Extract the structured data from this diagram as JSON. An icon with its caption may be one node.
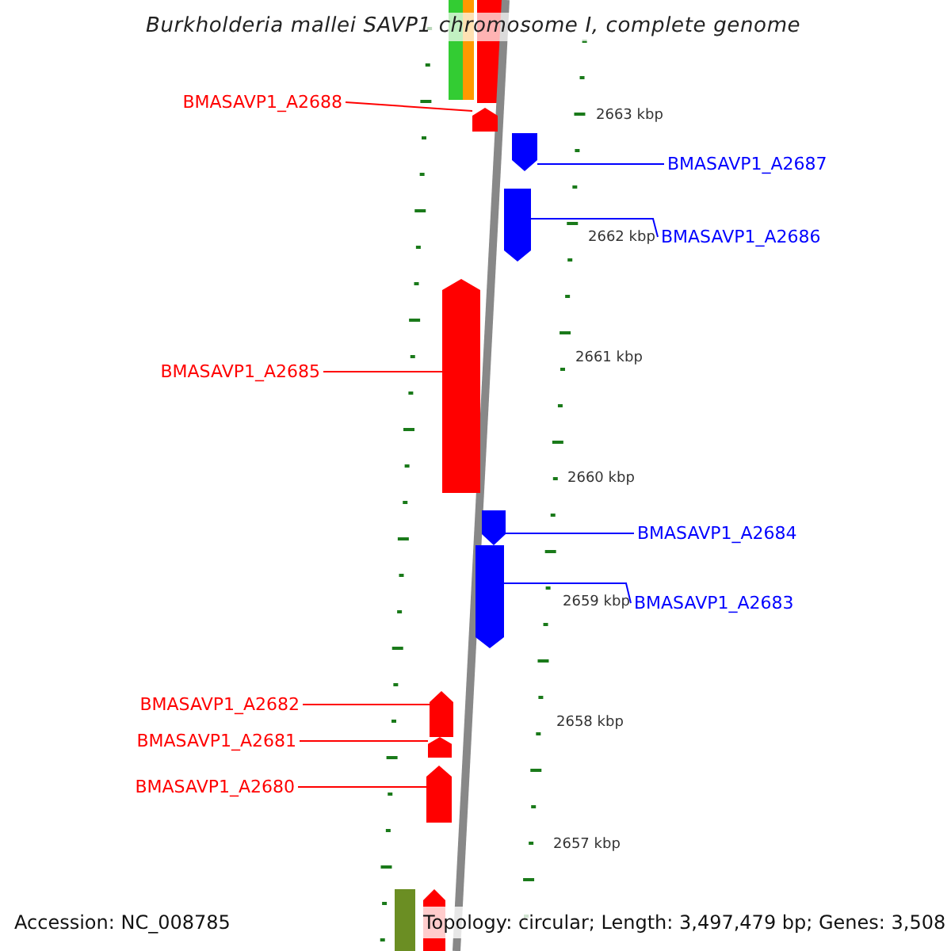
{
  "diagram": {
    "title": "Burkholderia mallei SAVP1 chromosome I, complete genome",
    "nodes": [
      {
        "text": [
          "BMASAVP1_A2688"
        ]
      },
      {
        "text": [
          "BMASAVP1_A2687"
        ]
      },
      {
        "text": [
          "BMASAVP1_A2686"
        ]
      },
      {
        "text": [
          "BMASAVP1_A2685"
        ]
      },
      {
        "text": [
          "BMASAVP1_A2684"
        ]
      },
      {
        "text": [
          "BMASAVP1_A2683"
        ]
      },
      {
        "text": [
          "BMASAVP1_A2682"
        ]
      },
      {
        "text": [
          "BMASAVP1_A2681"
        ]
      },
      {
        "text": [
          "BMASAVP1_A2680"
        ]
      },
      {
        "text": [],
        "shape": "pentagon"
      },
      {
        "text": [],
        "shape": "pentagon"
      },
      {
        "text": [],
        "shape": "pentagon"
      },
      {
        "text": [],
        "shape": "pentagon"
      },
      {
        "text": [],
        "shape": "pentagon"
      },
      {
        "text": [],
        "shape": "pentagon"
      },
      {
        "text": [],
        "shape": "pentagon"
      },
      {
        "text": [],
        "shape": "pentagon"
      },
      {
        "text": [],
        "shape": "pentagon"
      }
    ],
    "edges": [
      {
        "from": 0,
        "to": 9,
        "arrow": "none"
      },
      {
        "from": 1,
        "to": 10,
        "arrow": "none",
        "color": "#0000ff"
      },
      {
        "from": 2,
        "to": 11,
        "arrow": "none",
        "color": "#0000ff"
      },
      {
        "from": 3,
        "to": 12,
        "arrow": "none"
      },
      {
        "from": 4,
        "to": 13,
        "arrow": "none",
        "color": "#0000ff"
      },
      {
        "from": 5,
        "to": 14,
        "arrow": "none",
        "color": "#0000ff"
      },
      {
        "from": 6,
        "to": 15,
        "arrow": "none"
      },
      {
        "from": 7,
        "to": 16,
        "arrow": "none"
      },
      {
        "from": 8,
        "to": 17,
        "arrow": "none"
      }
    ],
    "labels": [
      "2663 kbp",
      "2662 kbp",
      "2661 kbp",
      "2660 kbp",
      "2659 kbp",
      "2658 kbp",
      "2657 kbp",
      "Accession: NC_008785",
      "Topology: circular; Length: 3,497,479 bp; Genes: 3,508"
    ]
  }
}
